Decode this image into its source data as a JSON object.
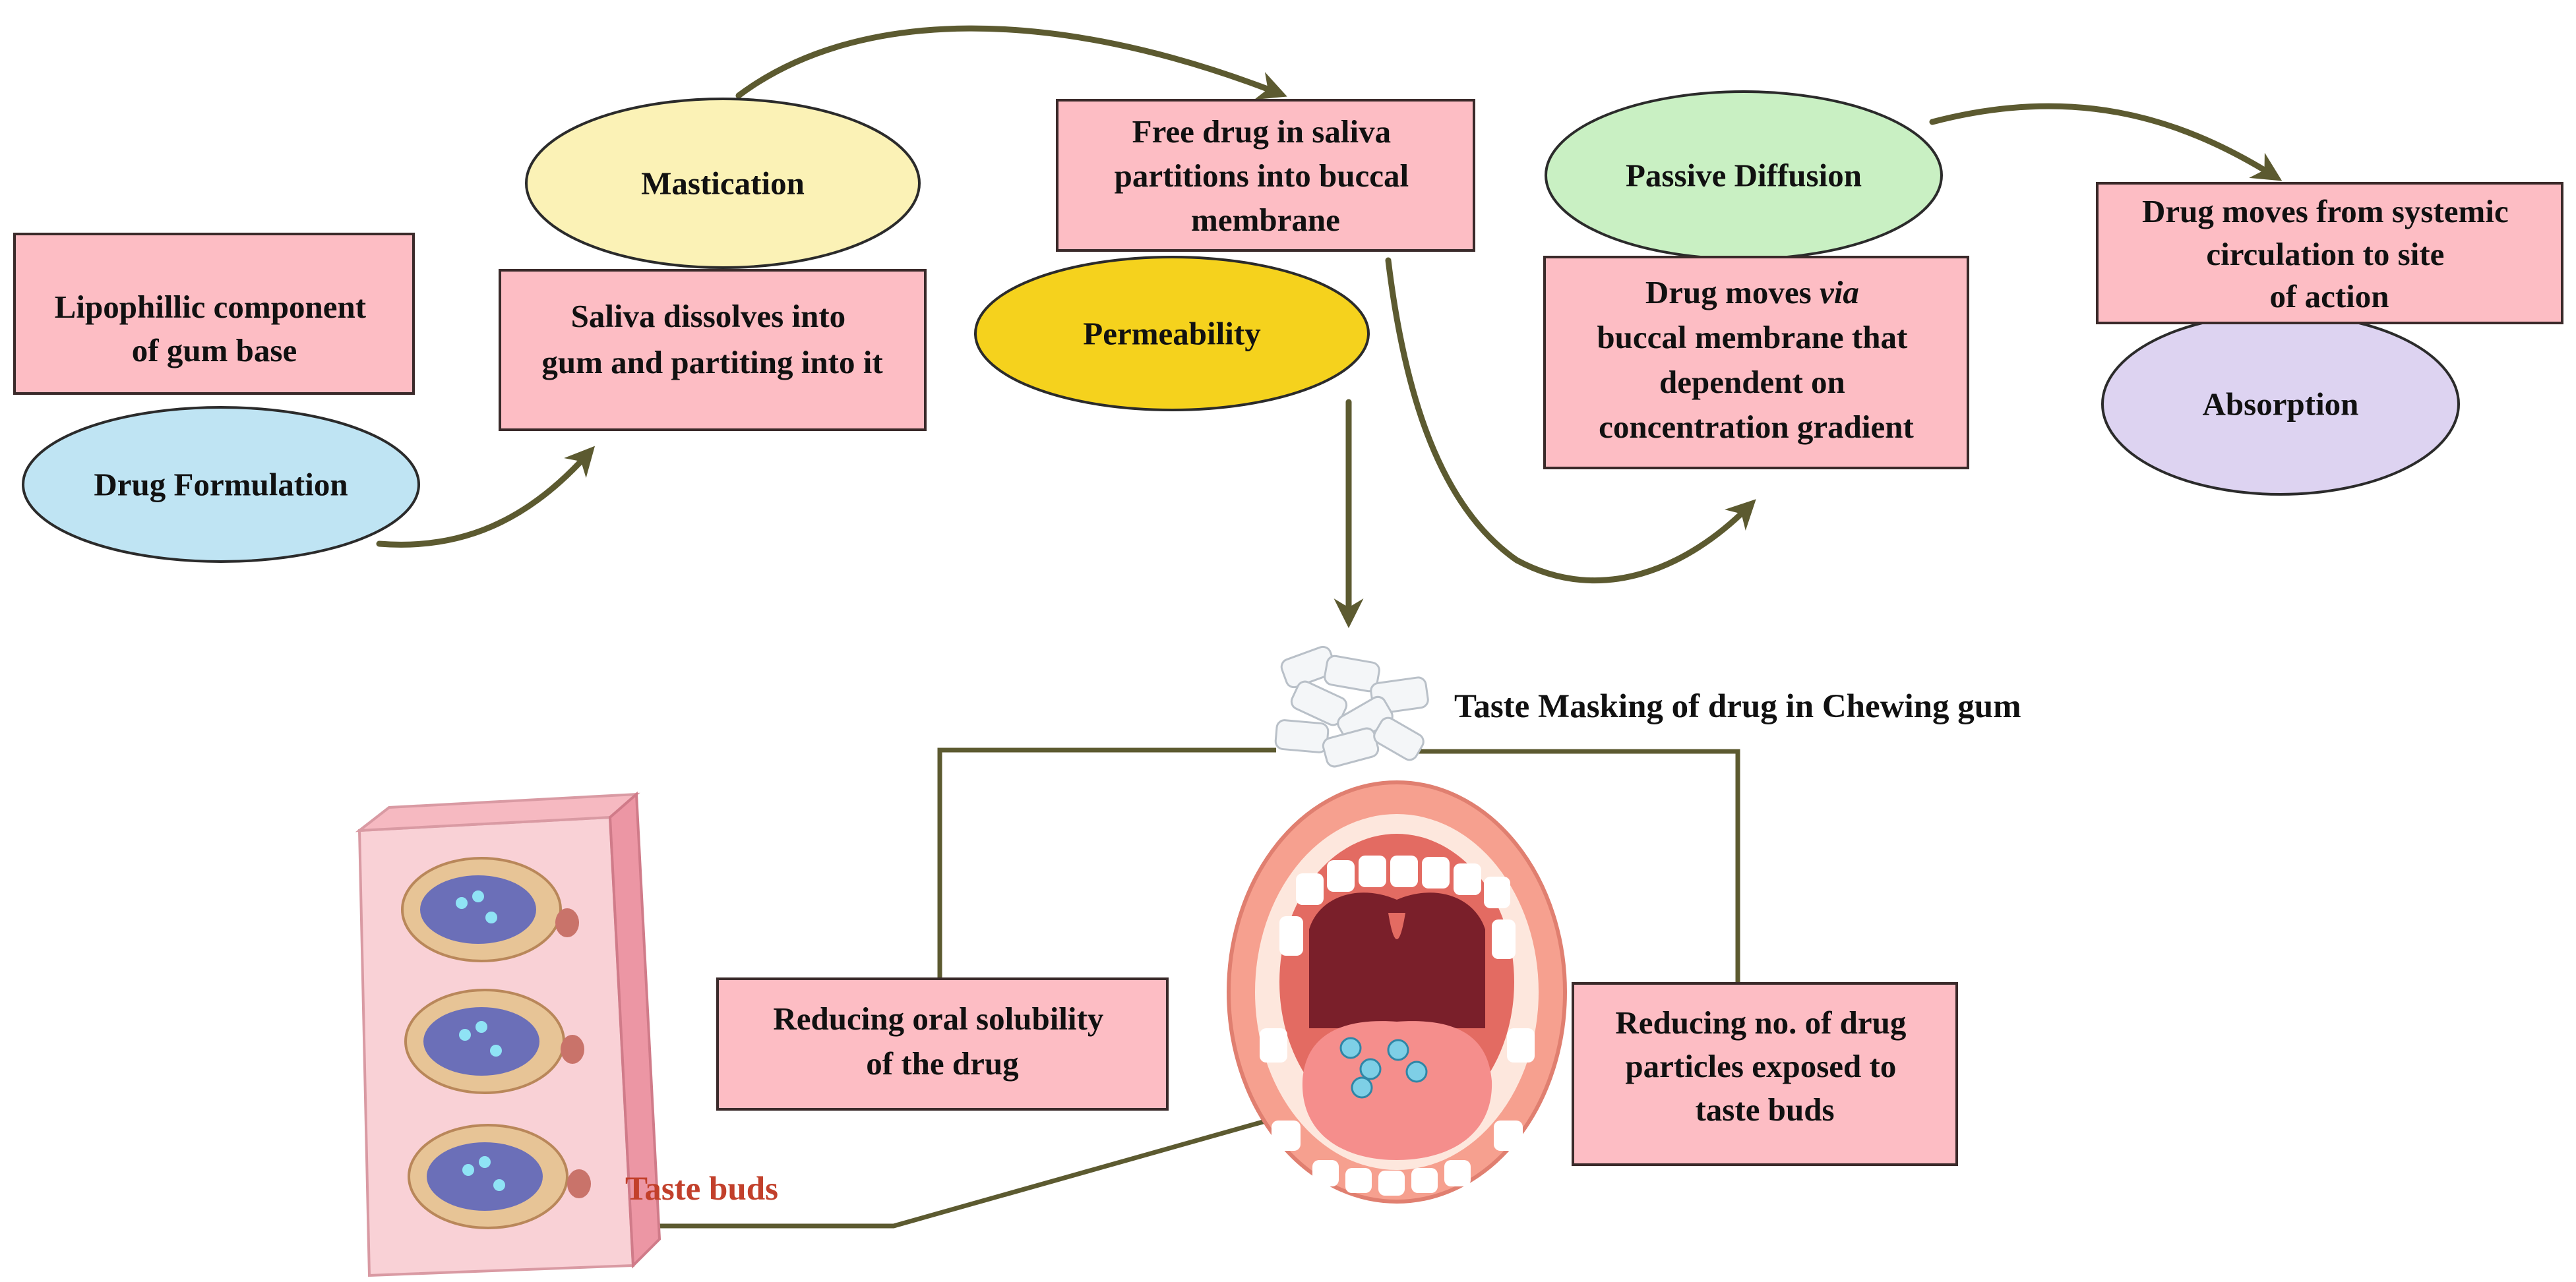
{
  "nodes": {
    "drug_formulation": {
      "label": "Drug Formulation",
      "color": "#bfe4f3"
    },
    "mastication": {
      "label": "Mastication",
      "color": "#fbf2b6"
    },
    "permeability": {
      "label": "Permeability",
      "color": "#f5d21d"
    },
    "passive_diffusion": {
      "label": "Passive Diffusion",
      "color": "#c9f0c3"
    },
    "absorption": {
      "label": "Absorption",
      "color": "#ddd3f1"
    }
  },
  "boxes": {
    "lipophilic": {
      "lines": [
        "Lipophillic component",
        "of gum base"
      ]
    },
    "saliva": {
      "lines": [
        "Saliva dissolves into",
        "gum and partiting into it"
      ]
    },
    "free_drug": {
      "lines": [
        "Free drug in saliva",
        "partitions into buccal",
        "membrane"
      ]
    },
    "drug_moves_via": {
      "line1_pre": "Drug moves ",
      "line1_em": "via",
      "lines": [
        "buccal membrane that",
        "dependent on",
        "concentration gradient"
      ]
    },
    "systemic": {
      "lines": [
        "Drug moves from systemic",
        "circulation to site",
        "of action"
      ]
    },
    "reducing_solubility": {
      "lines": [
        "Reducing oral solubility",
        "of the drug"
      ]
    },
    "reducing_particles": {
      "lines": [
        "Reducing no. of drug",
        "particles exposed to",
        "taste buds"
      ]
    }
  },
  "labels": {
    "taste_masking": "Taste Masking of drug in Chewing gum",
    "taste_buds": "Taste buds"
  },
  "colors": {
    "box_fill": "#fdbdc4",
    "arrow": "#5c5a30",
    "taste_buds_label": "#c2402b"
  },
  "icons": [
    "chewing-gum-pieces-icon",
    "open-mouth-illustration",
    "taste-bud-tissue-illustration"
  ]
}
